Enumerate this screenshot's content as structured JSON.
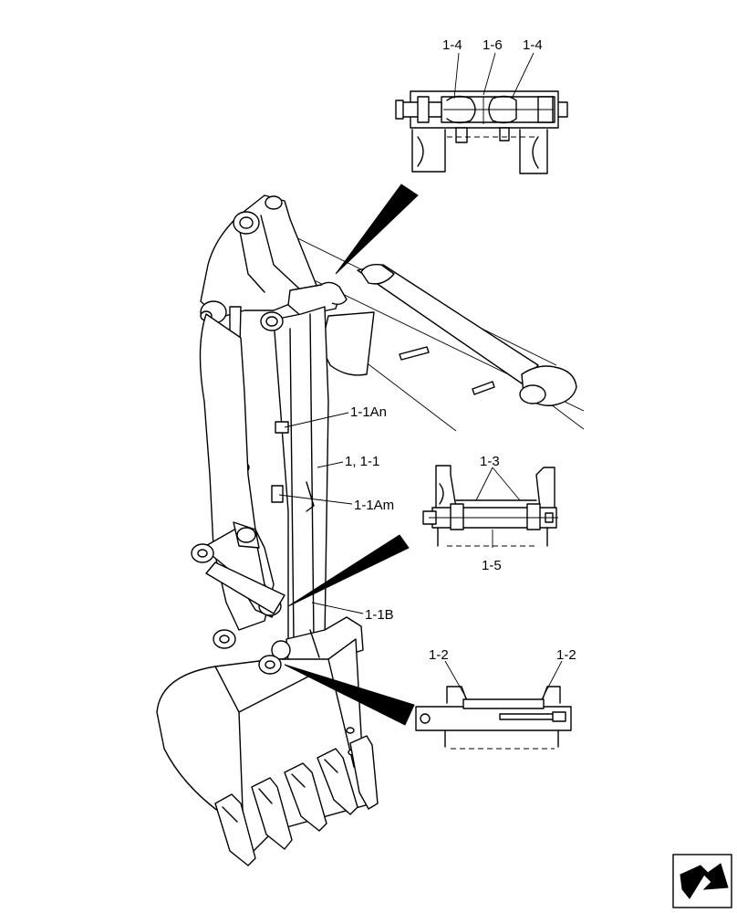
{
  "callouts": {
    "top_left": "1-4",
    "top_mid": "1-6",
    "top_right": "1-4",
    "label_1_1An": "1-1An",
    "label_1_1": "1, 1-1",
    "label_1_3": "1-3",
    "label_1_1Am": "1-1Am",
    "label_1_5": "1-5",
    "label_1_1B": "1-1B",
    "label_1_2_left": "1-2",
    "label_1_2_right": "1-2"
  },
  "icons": {
    "navigation": "next-page-arrow-icon"
  },
  "colors": {
    "line": "#000000",
    "background": "#ffffff"
  }
}
